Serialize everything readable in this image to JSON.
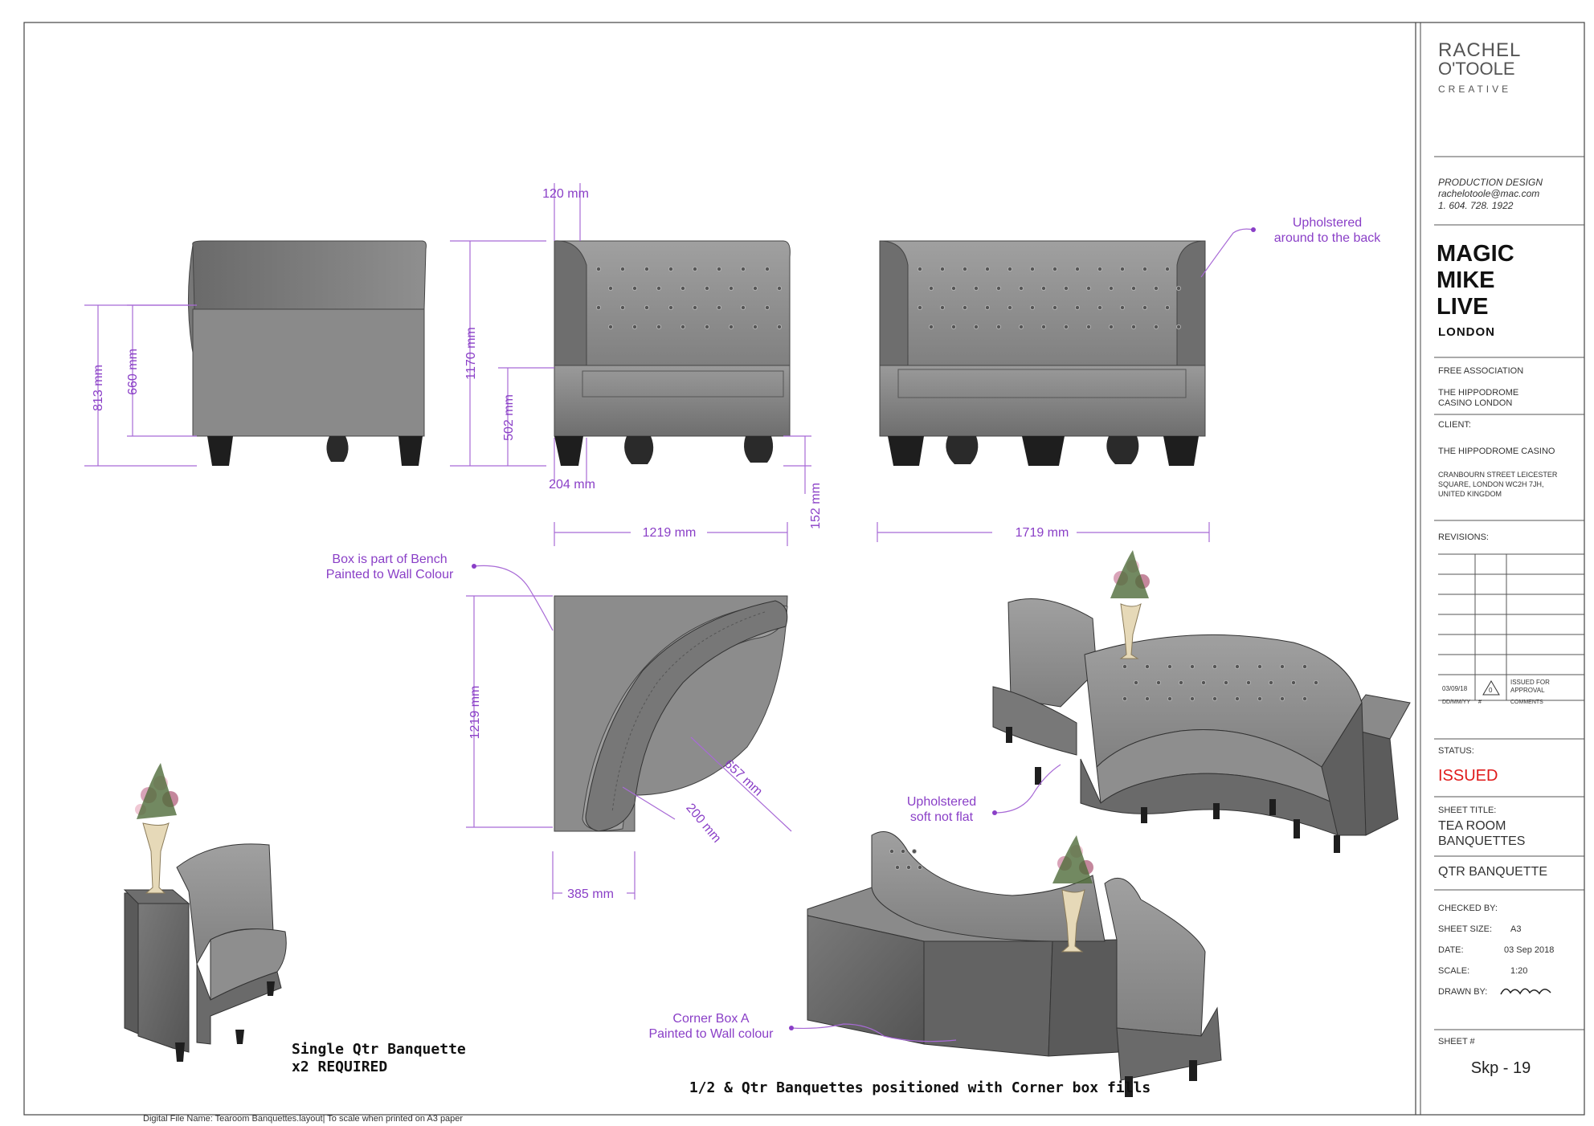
{
  "title_block": {
    "logo_line1": "RACHEL",
    "logo_line2": "O'TOOLE",
    "logo_sub": "CREATIVE",
    "designer_title": "PRODUCTION DESIGN",
    "designer_email": "rachelotoole@mac.com",
    "designer_phone": "1. 604. 728. 1922",
    "show_line1": "MAGIC",
    "show_line2": "MIKE",
    "show_line3": "LIVE",
    "show_city": "LONDON",
    "company": "FREE ASSOCIATION",
    "venue_line1": "THE HIPPODROME",
    "venue_line2": "CASINO LONDON",
    "client_label": "CLIENT:",
    "client_name": "THE HIPPODROME CASINO",
    "address_line1": "CRANBOURN STREET LEICESTER",
    "address_line2": "SQUARE, LONDON WC2H 7JH,",
    "address_line3": "UNITED KINGDOM",
    "revisions_label": "REVISIONS:",
    "revision_date": "03/09/18",
    "revision_number": "0",
    "revision_note_line1": "ISSUED FOR",
    "revision_note_line2": "APPROVAL",
    "revision_footer_date": "DD/MM/YY",
    "revision_footer_hash": "#",
    "revision_footer_comments": "COMMENTS",
    "status_label": "STATUS:",
    "status_value": "ISSUED",
    "sheet_title_label": "SHEET TITLE:",
    "sheet_title_line1": "TEA ROOM",
    "sheet_title_line2": "BANQUETTES",
    "sheet_subtitle": "QTR BANQUETTE",
    "checked_label": "CHECKED BY:",
    "size_label": "SHEET SIZE:",
    "size_value": "A3",
    "date_label": "DATE:",
    "date_value": "03 Sep 2018",
    "scale_label": "SCALE:",
    "scale_value": "1:20",
    "drawn_label": "DRAWN BY:",
    "sheet_num_label": "SHEET #",
    "sheet_num_value": "Skp - 19"
  },
  "dimensions": {
    "d120": "120 mm",
    "d813": "813 mm",
    "d660": "660 mm",
    "d1170": "1170 mm",
    "d502": "502 mm",
    "d204": "204 mm",
    "d152": "152 mm",
    "d1219a": "1219 mm",
    "d1719": "1719 mm",
    "d1219b": "1219 mm",
    "d657": "657 mm",
    "d200": "200 mm",
    "d385": "385 mm"
  },
  "notes": {
    "upholstered_back_1": "Upholstered",
    "upholstered_back_2": "around to the back",
    "box_bench_1": "Box is part of Bench",
    "box_bench_2": "Painted to Wall Colour",
    "soft_1": "Upholstered",
    "soft_2": "soft not flat",
    "corner_1": "Corner Box A",
    "corner_2": "Painted to Wall colour"
  },
  "captions": {
    "single_1": "Single Qtr Banquette",
    "single_2": "x2 REQUIRED",
    "assembly": "1/2 & Qtr Banquettes positioned with Corner box fills"
  },
  "footer": "Digital File Name: Tearoom Banquettes.layout| To scale when printed on A3 paper",
  "colors": {
    "dimension": "#8a3fc7",
    "status": "#e01b1b",
    "upholstery": "#8c8c8c",
    "legs": "#1e1e1e"
  }
}
